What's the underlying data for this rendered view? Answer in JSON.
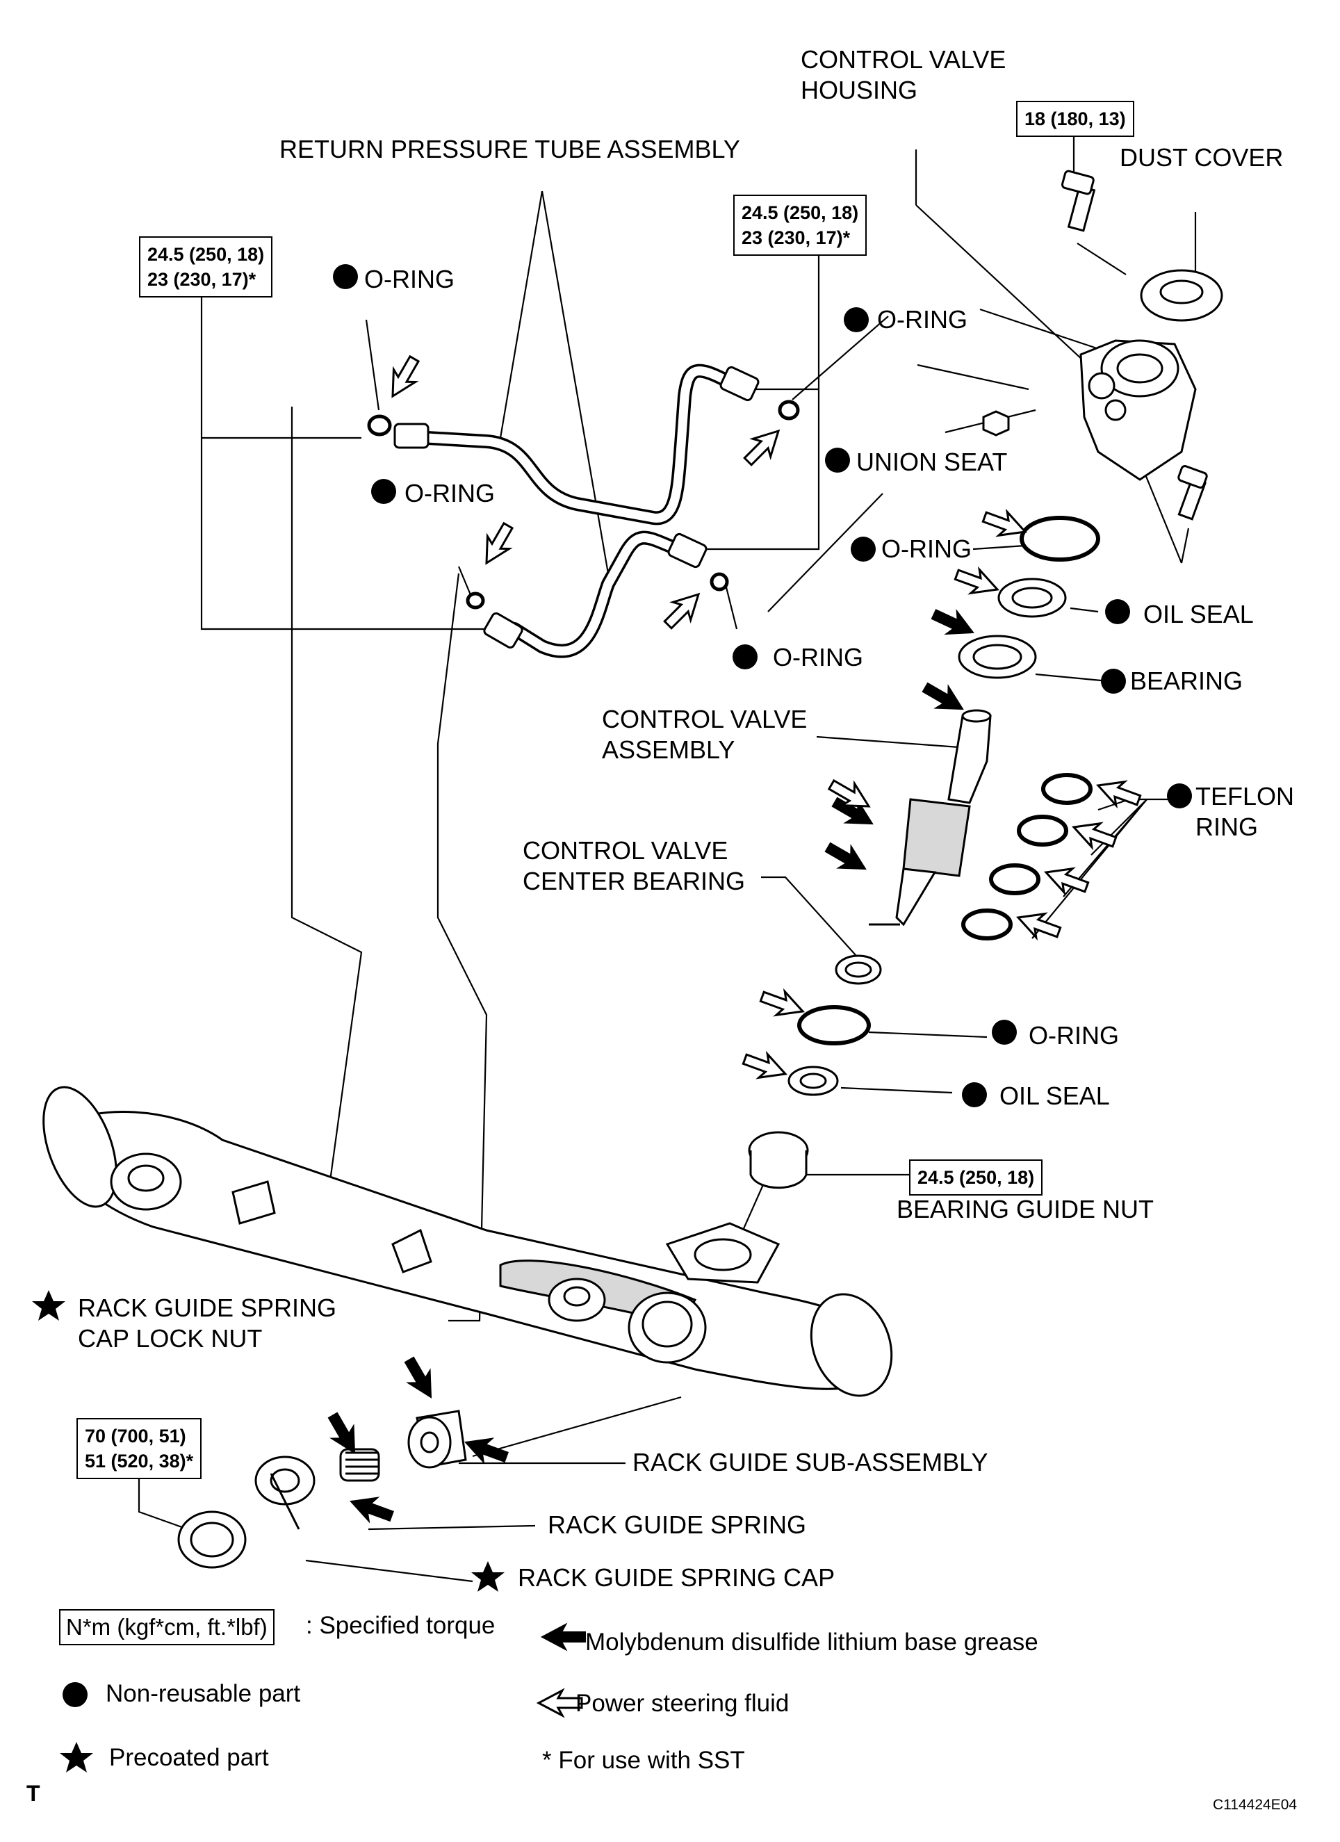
{
  "labels": {
    "control_valve_housing": "CONTROL VALVE\nHOUSING",
    "dust_cover": "DUST COVER",
    "return_pressure_tube": "RETURN PRESSURE TUBE ASSEMBLY",
    "o_ring_1": "O-RING",
    "o_ring_2": "O-RING",
    "o_ring_3": "O-RING",
    "o_ring_4": "O-RING",
    "o_ring_5": "O-RING",
    "o_ring_6": "O-RING",
    "union_seat": "UNION SEAT",
    "oil_seal_1": "OIL SEAL",
    "bearing": "BEARING",
    "control_valve_assembly": "CONTROL VALVE\nASSEMBLY",
    "teflon_ring": "TEFLON\nRING",
    "control_valve_center_bearing": "CONTROL VALVE\nCENTER BEARING",
    "oil_seal_2": "OIL SEAL",
    "bearing_guide_nut": "BEARING GUIDE NUT",
    "rack_guide_spring_cap_lock_nut": "RACK GUIDE SPRING\nCAP LOCK NUT",
    "rack_guide_sub_assembly": "RACK GUIDE SUB-ASSEMBLY",
    "rack_guide_spring": "RACK GUIDE SPRING",
    "rack_guide_spring_cap": "RACK GUIDE SPRING CAP"
  },
  "torques": {
    "housing_bolt": "18 (180, 13)",
    "tube_left": "24.5 (250, 18)\n23 (230, 17)*",
    "tube_right": "24.5 (250, 18)\n23 (230, 17)*",
    "bearing_guide_nut": "24.5 (250, 18)",
    "lock_nut": "70 (700, 51)\n51 (520, 38)*"
  },
  "legend": {
    "torque_box": "N*m (kgf*cm, ft.*lbf)",
    "torque_desc": ": Specified torque",
    "non_reusable": "Non-reusable part",
    "precoated": "Precoated part",
    "moly_grease": "Molybdenum disulfide lithium base grease",
    "ps_fluid": "Power steering fluid",
    "sst_note": "* For use with SST"
  },
  "corner_mark": "T",
  "figure_code": "C114424E04",
  "colors": {
    "line": "#000000",
    "background": "#ffffff",
    "part_fill": "#ffffff",
    "shade": "#d8d8d8"
  }
}
